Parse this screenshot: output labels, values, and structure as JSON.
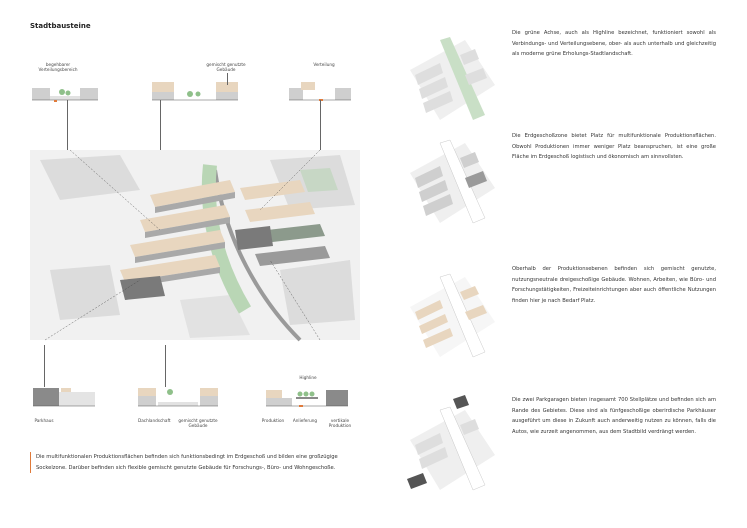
{
  "page_title": "Stadtbausteine",
  "top_sections": {
    "left_label": "begehbarer Verteilungsbereich",
    "middle_label": "gemischt genutzte Gebäude",
    "right_label": "Verteilung"
  },
  "bottom_sections": {
    "left_label": "Parkhaus",
    "middle_label_1": "Dachlandschaft",
    "middle_label_2": "gemischt genutzte Gebäude",
    "right_top_label": "Highline",
    "right_label_1": "Produktion",
    "right_label_2": "Anlieferung",
    "right_label_3": "vertikale Produktion"
  },
  "caption": "Die multifunktionalen Produktionsflächen befinden sich funktionsbedingt im Erdgeschoß und bilden eine großzügige Sockelzone. Darüber befinden sich flexible gemischt genutzte Gebäude für Forschungs-, Büro- und Wohngeschoße.",
  "descriptions": [
    "Die grüne Achse, auch als Highline bezeichnet, funktioniert sowohl als Verbindungs- und Verteilungsebene, ober- als auch unterhalb und gleichzeitig als moderne grüne Erholungs-Stadtlandschaft.",
    "Die Erdgeschoßzone bietet Platz für multifunktionale Produktionsflächen. Obwohl Produktionen immer weniger Platz beanspruchen, ist eine große Fläche im Erdgeschoß logistisch und ökonomisch am sinnvollsten.",
    "Oberhalb der Produktionsebenen befinden sich gemischt genutzte, nutzungsneutrale dreigeschoßige Gebäude. Wohnen, Arbeiten, wie Büro- und Forschungstätigkeiten, Freizeiteinrichtungen aber auch öffentliche Nutzungen finden hier je nach Bedarf Platz.",
    "Die zwei Parkgaragen bieten insgesamt 700 Stellplätze und befinden sich am Rande des Gebietes. Diese sind als fünfgeschoßige oberirdische Parkhäuser ausgeführt um diese in Zukunft auch anderweitig nutzen zu können, falls die Autos, wie zurzeit angenommen, aus dem Stadtbild verdrängt werden."
  ],
  "colors": {
    "accent_orange": "#e07a3a",
    "beige": "#e8d6bf",
    "green": "#8fc08a",
    "dark_grey": "#8a8a8a",
    "light_grey": "#e4e4e4"
  }
}
